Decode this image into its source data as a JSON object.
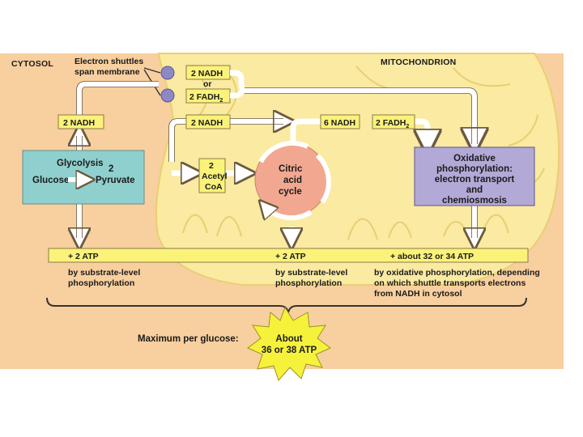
{
  "diagram": {
    "regions": {
      "cytosol": "CYTOSOL",
      "mitochondrion": "MITOCHONDRION"
    },
    "shuttle_note": [
      "Electron shuttles",
      "span membrane"
    ],
    "shuttle_options": {
      "nadh": "2 NADH",
      "or": "or",
      "fadh2_main": "2 FADH",
      "fadh2_sub": "2"
    },
    "carriers": {
      "cytosol_nadh": "2 NADH",
      "pyruvate_nadh": "2 NADH",
      "cycle_nadh": "6 NADH",
      "cycle_fadh2_main": "2 FADH",
      "cycle_fadh2_sub": "2"
    },
    "glycolysis": {
      "title": "Glycolysis",
      "count": "2",
      "input": "Glucose",
      "output": "Pyruvate"
    },
    "acetyl_coa": [
      "2",
      "Acetyl",
      "CoA"
    ],
    "citric_acid_cycle": [
      "Citric",
      "acid",
      "cycle"
    ],
    "oxidative_phosphorylation": [
      "Oxidative",
      "phosphorylation:",
      "electron transport",
      "and",
      "chemiosmosis"
    ],
    "atp_yields": [
      {
        "amount": "+ 2 ATP",
        "note": [
          "by substrate-level",
          "phosphorylation"
        ]
      },
      {
        "amount": "+ 2 ATP",
        "note": [
          "by substrate-level",
          "phosphorylation"
        ]
      },
      {
        "amount": "+ about 32 or 34 ATP",
        "note": [
          "by oxidative phosphorylation, depending",
          "on which shuttle transports electrons",
          "from NADH in cytosol"
        ]
      }
    ],
    "maximum_label": "Maximum per glucose:",
    "maximum_value": [
      "About",
      "36 or 38 ATP"
    ],
    "colors": {
      "cytosol_bg": "#f8cf9e",
      "mitochondrion": "#faeaa2",
      "mitochondrion_edge": "#e9cf73",
      "carrier_box": "#fbf27a",
      "glycolysis_box": "#8fd0cf",
      "cycle_circle": "#f2a890",
      "oxphos_box": "#b3a9d7",
      "arrow_fill": "#ffffff",
      "burst": "#f6f23c",
      "shuttle_dot": "#8d89c4"
    }
  }
}
